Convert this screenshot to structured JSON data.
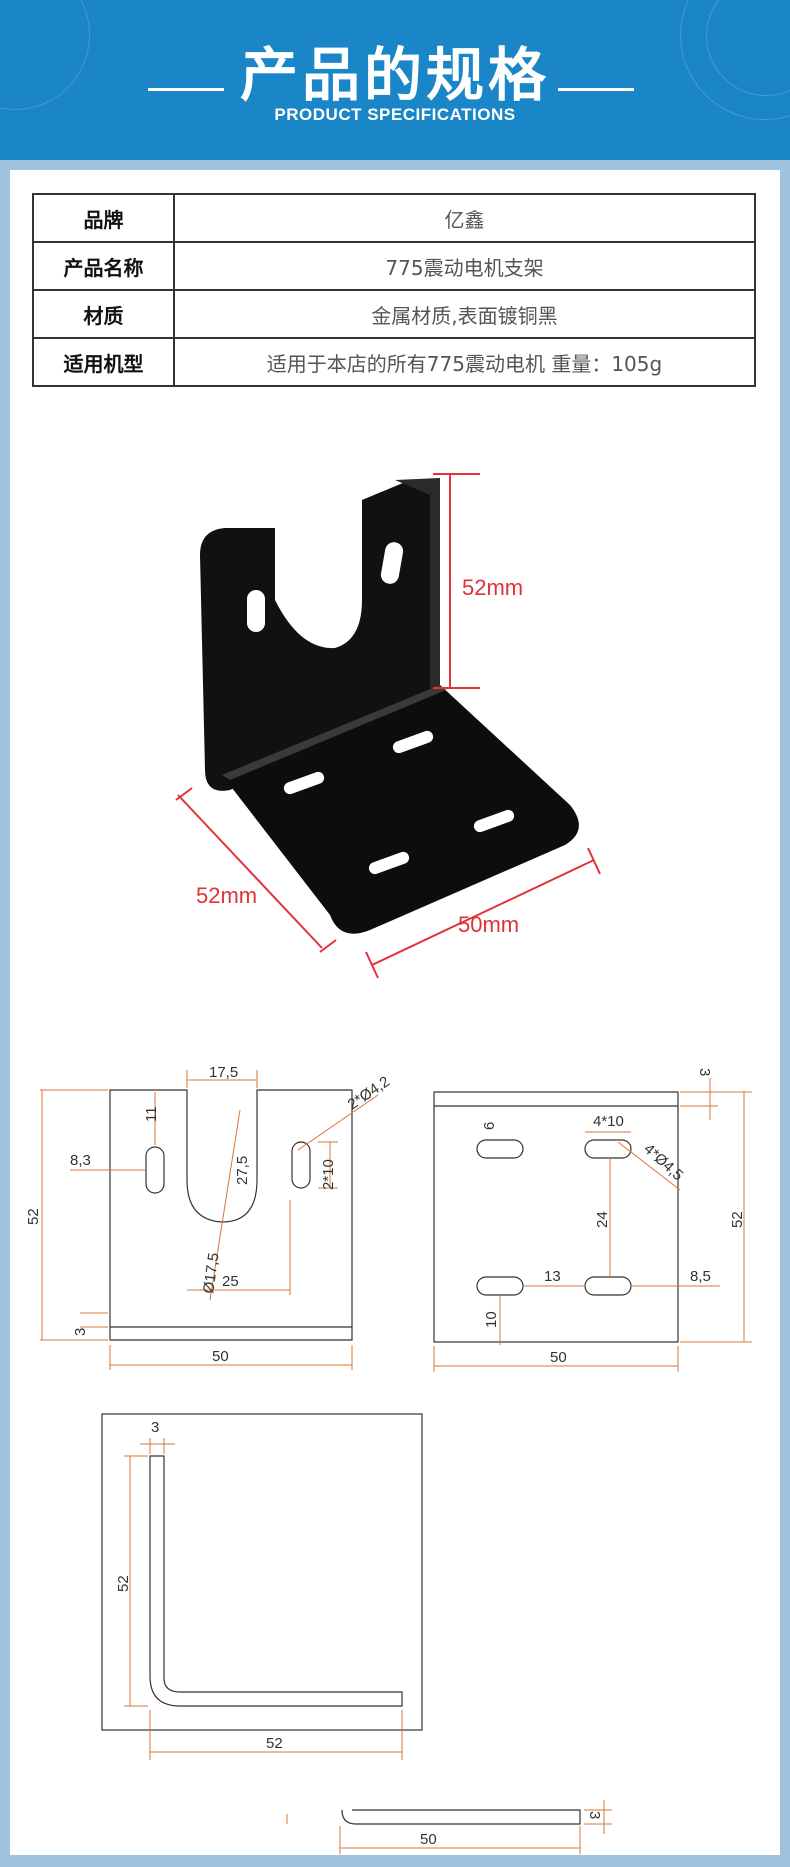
{
  "header": {
    "title": "产品的规格",
    "subtitle": "PRODUCT SPECIFICATIONS"
  },
  "spec_table": [
    {
      "label": "品牌",
      "value": "亿鑫"
    },
    {
      "label": "产品名称",
      "value": "775震动电机支架"
    },
    {
      "label": "材质",
      "value": "金属材质,表面镀铜黑"
    },
    {
      "label": "适用机型",
      "value": "适用于本店的所有775震动电机  重量：105g"
    }
  ],
  "photo_dims": {
    "height": "52mm",
    "depth": "52mm",
    "width": "50mm"
  },
  "drawing_front": {
    "slot_gap": "17,5",
    "holes": "2*Ø4,2",
    "hole_height": "11",
    "slot_depth": "27,5",
    "hole_offset": "8,3",
    "hole_len": "2*10",
    "height": "52",
    "radius": "Ø17,5",
    "spacing": "25",
    "thickness": "3",
    "width": "50"
  },
  "drawing_base": {
    "thickness": "3",
    "v_offset": "6",
    "slot_size": "4*10",
    "holes": "4*Ø4,5",
    "slot_spacing_v": "24",
    "height": "52",
    "slot_spacing_h": "13",
    "edge": "8,5",
    "slot_len": "10",
    "width": "50"
  },
  "drawing_side": {
    "thickness": "3",
    "height": "52",
    "length": "52"
  },
  "drawing_bottom": {
    "thickness": "3",
    "length": "50"
  },
  "colors": {
    "header": "#1a86c8",
    "background": "#9fc3df",
    "dimension": "#d9773a",
    "photo_dim": "#e0323a"
  }
}
